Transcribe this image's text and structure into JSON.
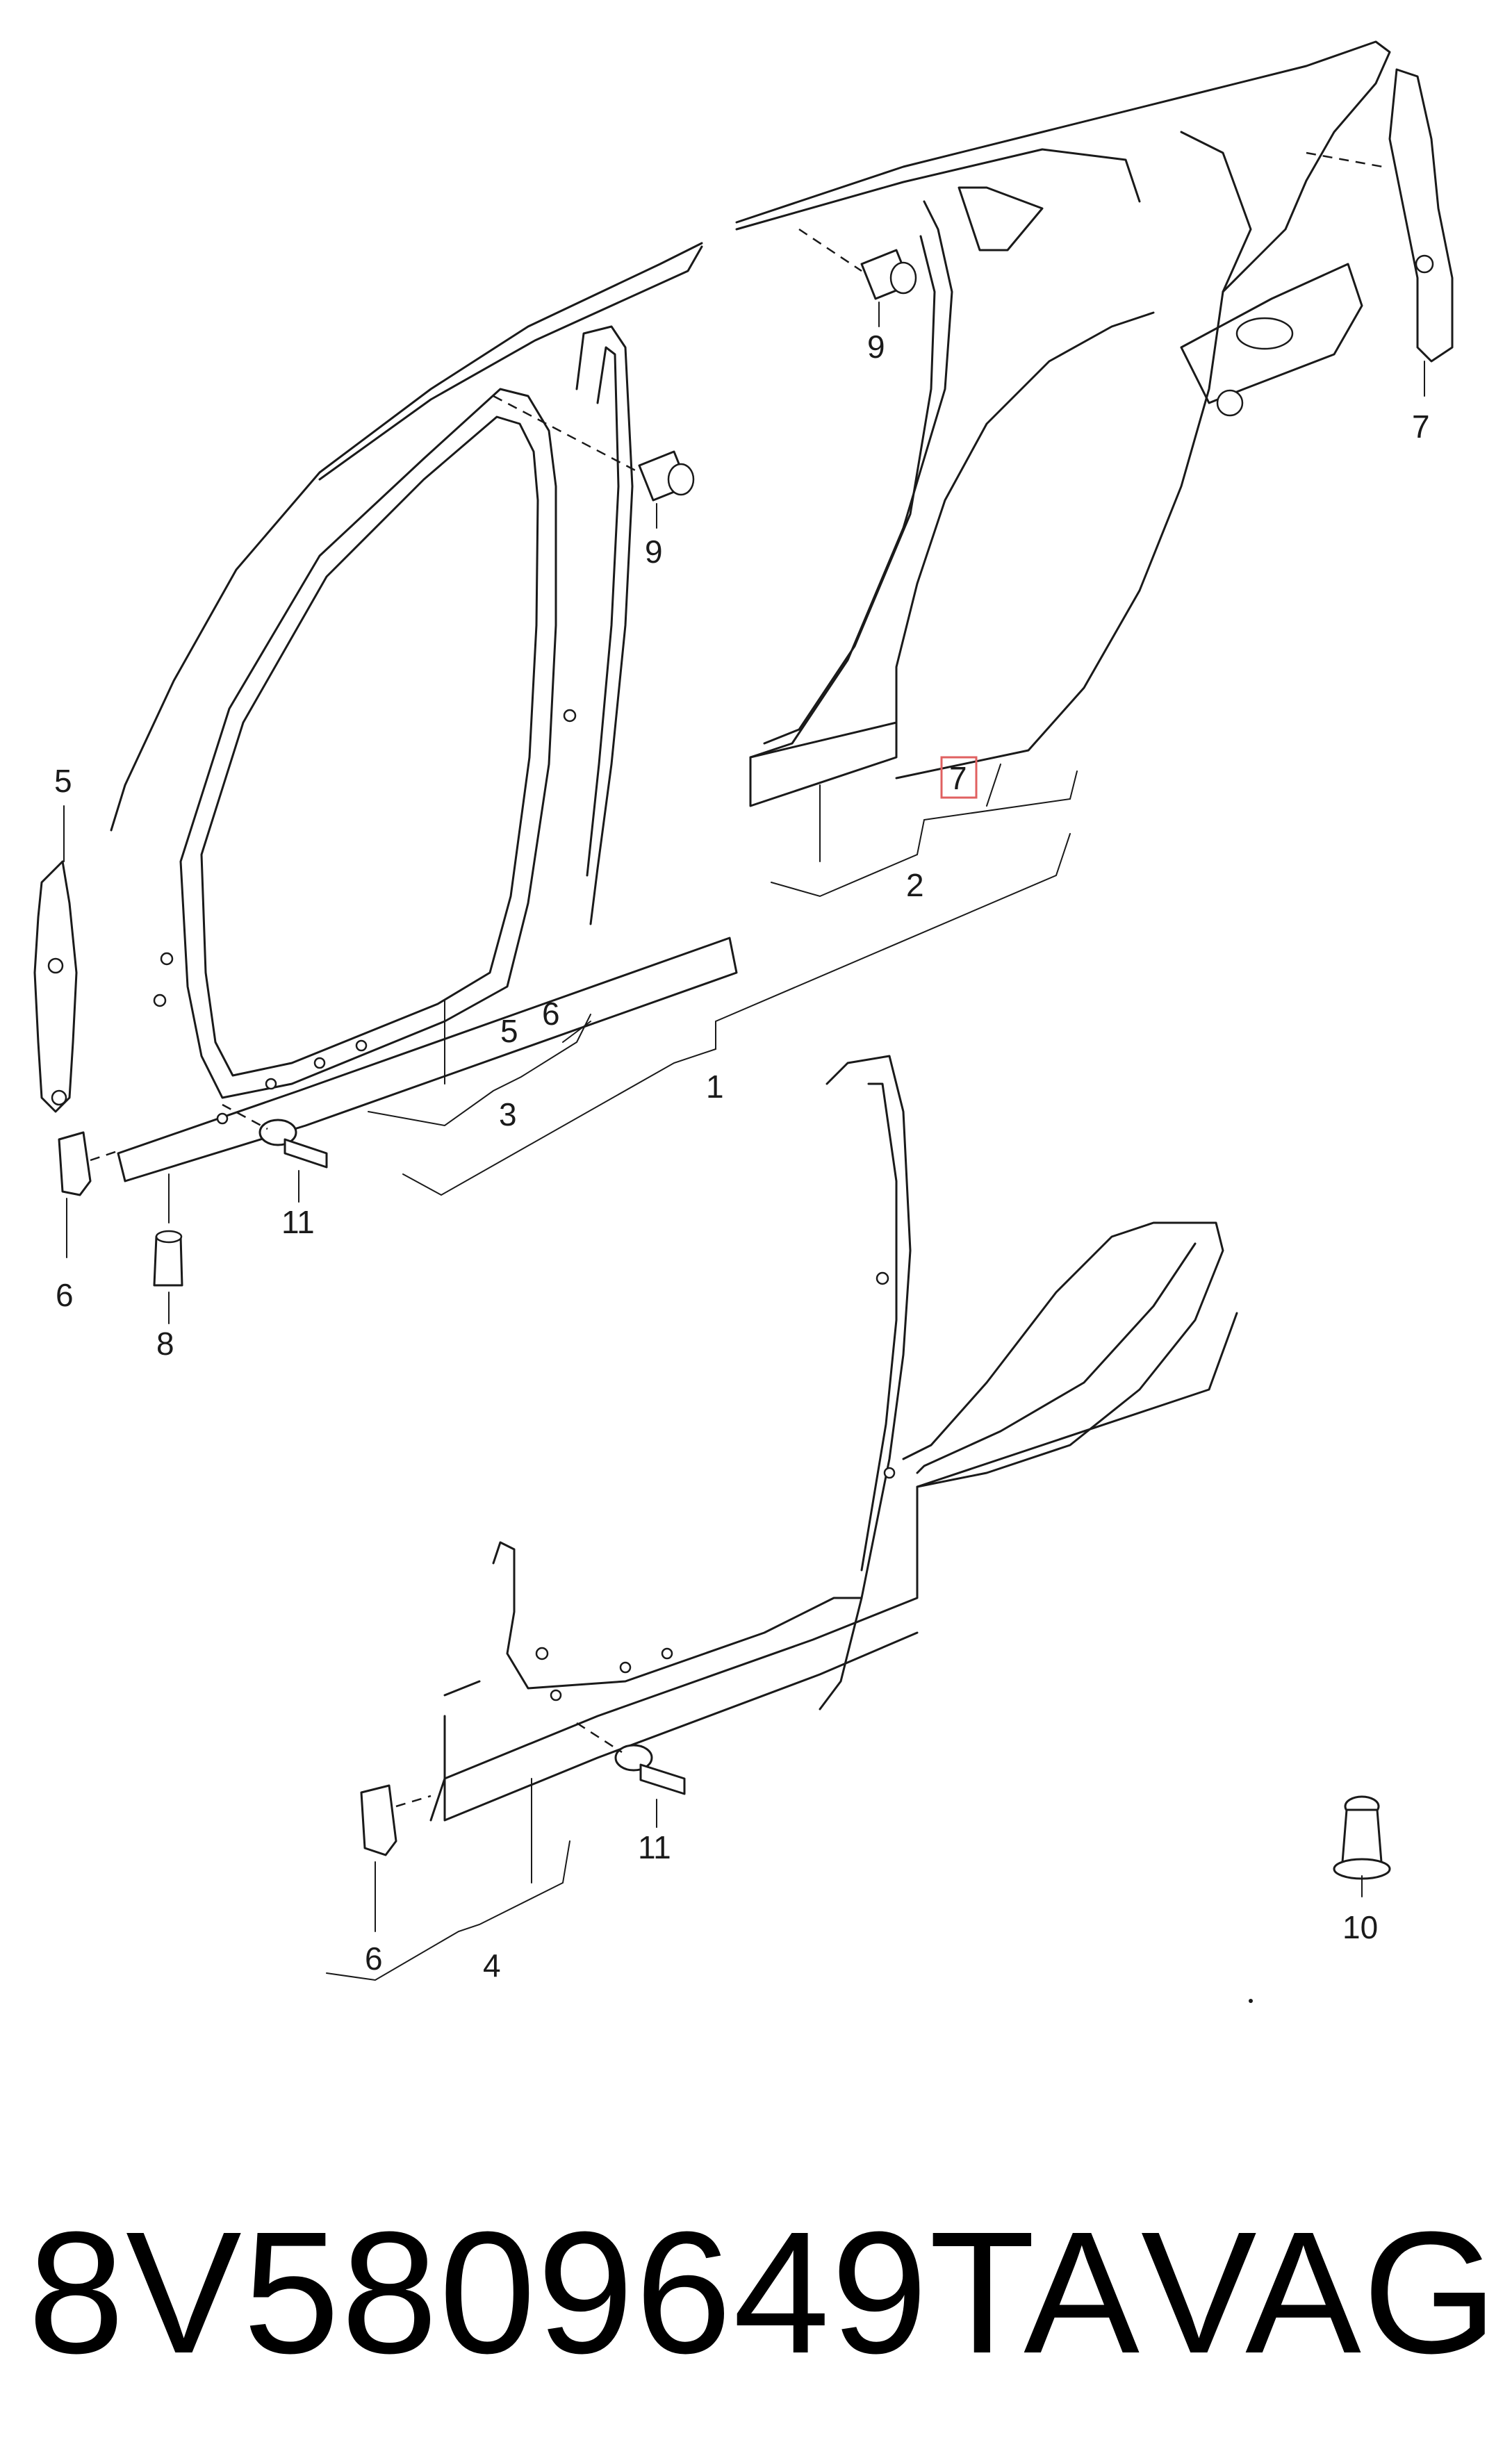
{
  "callouts": {
    "c1": "1",
    "c2": "2",
    "c3": "3",
    "c4": "4",
    "c5a": "5",
    "c5b": "5",
    "c6a": "6",
    "c6b": "6",
    "c6c": "6",
    "c7a": "7",
    "c7b": "7",
    "c8": "8",
    "c9a": "9",
    "c9b": "9",
    "c10": "10",
    "c11a": "11",
    "c11b": "11"
  },
  "footer": {
    "part_number": "8V5809649TA",
    "brand": "VAG"
  },
  "colors": {
    "line": "#1a1a1a",
    "highlight": "#e06060",
    "background": "#ffffff"
  }
}
